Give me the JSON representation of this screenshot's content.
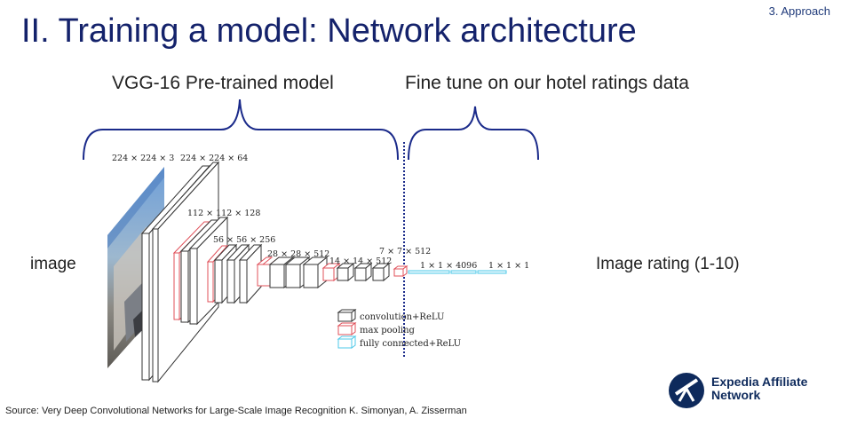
{
  "section_tag": "3. Approach",
  "title": "II. Training a model: Network architecture",
  "headers": {
    "left": "VGG-16 Pre-trained model",
    "right": "Fine tune on our hotel ratings data"
  },
  "input_label": "image",
  "output_label": "Image rating (1-10)",
  "layer_dims": {
    "d1": "224 × 224 × 3",
    "d2": "224 × 224 × 64",
    "d3": "112 × 112 × 128",
    "d4": "56 × 56 × 256",
    "d5": "28 × 28 × 512",
    "d6": "14 × 14 × 512",
    "d7": "7 × 7 × 512",
    "d8": "1 × 1 × 4096",
    "d9": "1 × 1 × 1"
  },
  "legend": {
    "conv": "convolution+ReLU",
    "pool": "max pooling",
    "fc": "fully connected+ReLU"
  },
  "colors": {
    "conv": "#333333",
    "pool": "#e0505a",
    "fc": "#4ec8e8",
    "brace": "#1a2a8a",
    "title": "#14226b"
  },
  "source": "Source: Very Deep Convolutional Networks for Large-Scale Image Recognition K. Simonyan, A. Zisserman",
  "logo": {
    "line1": "Expedia Affiliate",
    "line2": "Network"
  }
}
